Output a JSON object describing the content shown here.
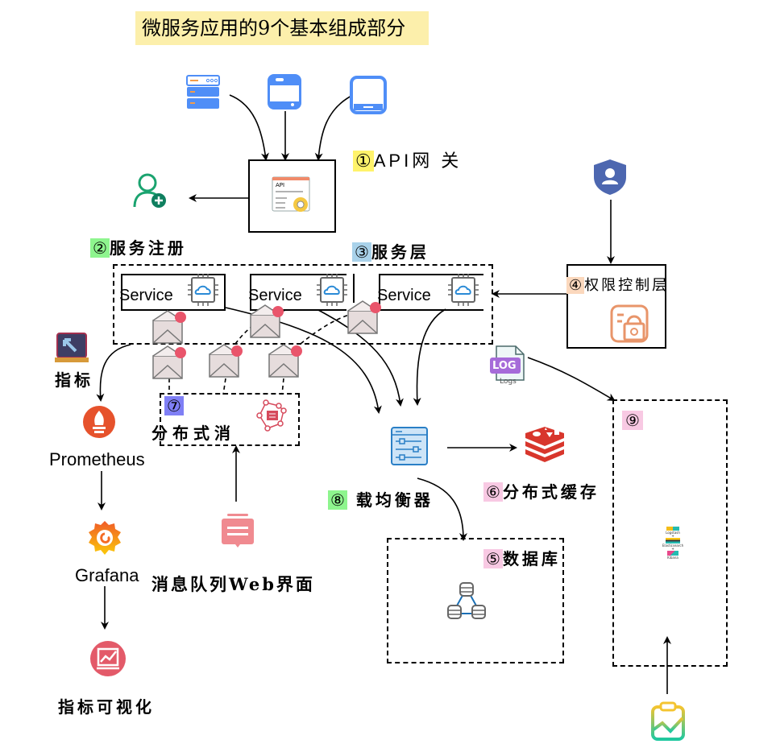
{
  "title": "微服务应用的9个基本组成部分",
  "colors": {
    "title_bg": "#fcefab",
    "badge_api": "#fff36b",
    "badge_registry": "#8ef58e",
    "badge_service": "#a9d2ea",
    "badge_auth": "#fbd8bd",
    "badge_db": "#f8c9e3",
    "badge_cache": "#f8c9e3",
    "badge_mq": "#7f7ff5",
    "badge_lb": "#8ef58e",
    "badge_log": "#f8c9e3",
    "client_blue": "#4f8ef7",
    "redis_red": "#d8362c",
    "prometheus_orange": "#e6522c",
    "auth_orange": "#e8956a"
  },
  "clients": [
    {
      "icon": "server-rack-icon"
    },
    {
      "icon": "desktop-terminal-icon"
    },
    {
      "icon": "tablet-icon"
    }
  ],
  "components": {
    "api_gateway": {
      "num": "①",
      "label": "API网 关",
      "icon_text": "API"
    },
    "service_registry": {
      "num": "②",
      "label": "服务注册"
    },
    "service_layer": {
      "num": "③",
      "label": "服务层",
      "services": [
        {
          "label": "Service"
        },
        {
          "label": "Service"
        },
        {
          "label": "Service"
        }
      ]
    },
    "auth_layer": {
      "num": "④",
      "label": "权限控制层"
    },
    "database": {
      "num": "⑤",
      "label": "数据库"
    },
    "cache": {
      "num": "⑥",
      "label": "分布式缓存"
    },
    "message_queue": {
      "num": "⑦",
      "label": "分布式消"
    },
    "load_balancer": {
      "num": "⑧",
      "label": "载均衡器"
    },
    "logging": {
      "num": "⑨",
      "elk": [
        "Logstash",
        "+",
        "Elasticsearch",
        "+",
        "Kibana"
      ]
    }
  },
  "monitoring": {
    "metrics_label": "指标",
    "prometheus_label": "Prometheus",
    "grafana_label": "Grafana",
    "visualization_label": "指标可视化"
  },
  "mq_web_label": "消息队列Web界面",
  "log_icon_text": "LOG",
  "log_icon_caption": "Logs"
}
